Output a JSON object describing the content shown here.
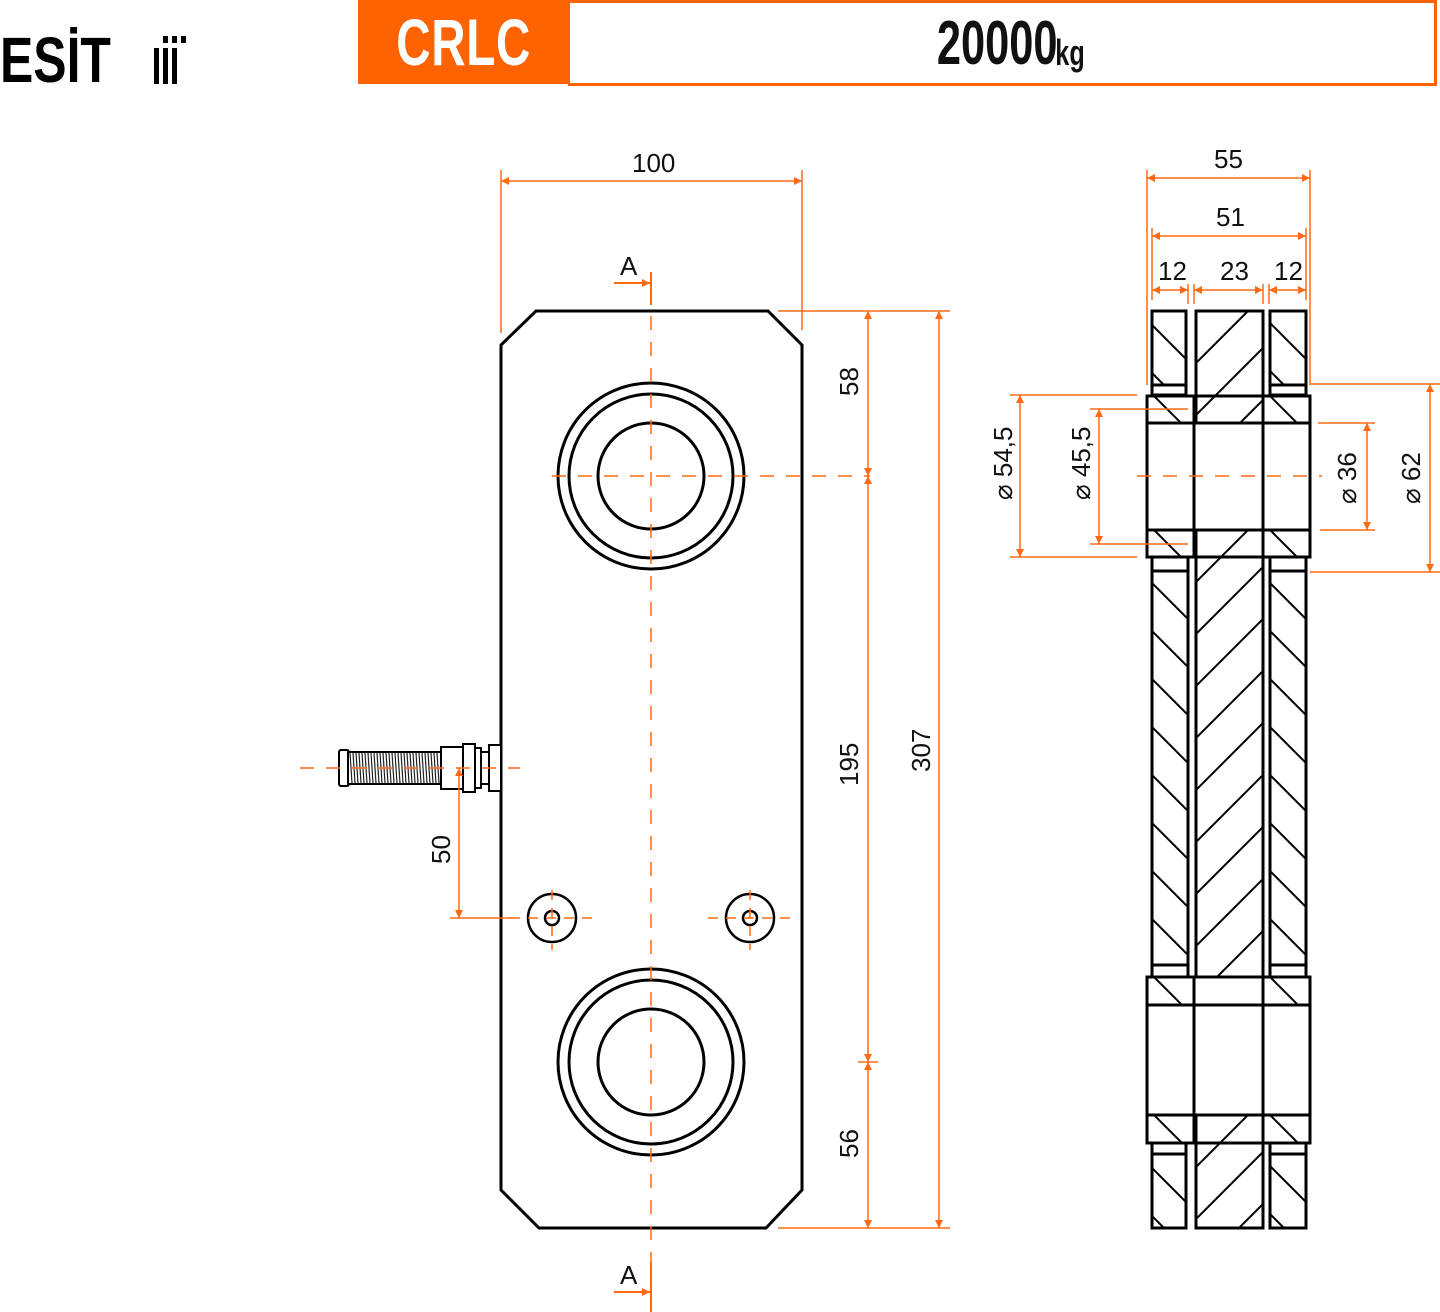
{
  "brand": {
    "logo_text": "ESİT"
  },
  "header": {
    "model": "CRLC",
    "capacity_value": "20000",
    "capacity_unit": "kg",
    "accent_color": "#ff6200"
  },
  "front_view": {
    "section_marker_top": "A",
    "section_marker_bottom": "A",
    "dimensions": {
      "width": "100",
      "top_hole_offset": "58",
      "hole_spacing": "195",
      "bottom_hole_offset": "56",
      "total_height": "307",
      "connector_offset": "50"
    }
  },
  "section_view": {
    "dimensions": {
      "overall_width": "55",
      "inner_width": "51",
      "left_plate": "12",
      "center_plate": "23",
      "right_plate": "12",
      "dia_outer_left": "⌀ 54,5",
      "dia_inner_left": "⌀ 45,5",
      "dia_bore": "⌀ 36",
      "dia_outer_right": "⌀ 62"
    }
  },
  "colors": {
    "dimension": "#ff6a13",
    "outline": "#000000"
  }
}
